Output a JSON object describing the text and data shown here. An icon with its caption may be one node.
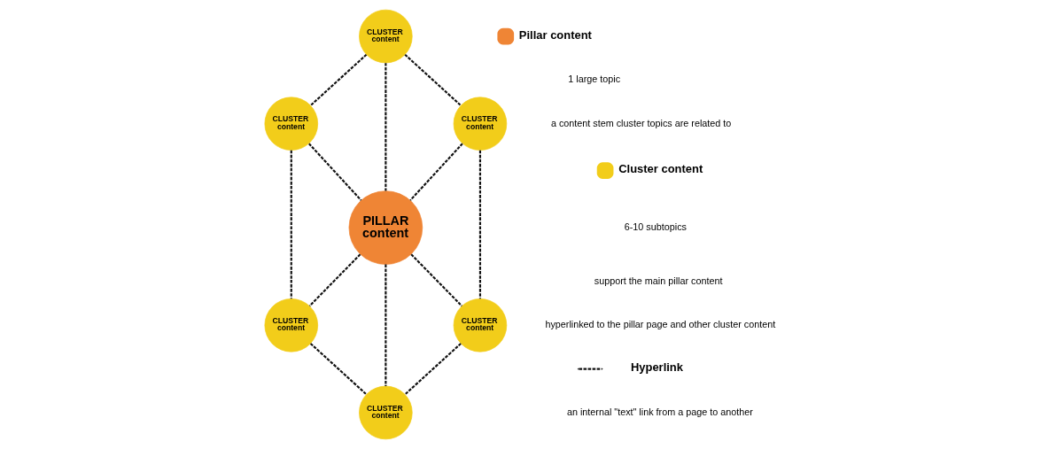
{
  "diagram": {
    "nodes": [
      {
        "text": [
          "CLUSTER content"
        ]
      },
      {
        "text": [
          "CLUSTER content"
        ]
      },
      {
        "text": [
          "CLUSTER content"
        ]
      },
      {
        "text": [
          "PILLAR content"
        ]
      },
      {
        "text": [
          "CLUSTER content"
        ]
      },
      {
        "text": [
          "CLUSTER content"
        ]
      },
      {
        "text": [
          "CLUSTER content"
        ]
      }
    ],
    "edges": [
      {
        "from": 0,
        "to": 1,
        "arrow": "none",
        "style": "dashed"
      },
      {
        "from": 0,
        "to": 2,
        "arrow": "none",
        "style": "dashed"
      },
      {
        "from": 0,
        "to": 3,
        "arrow": "none",
        "style": "dashed"
      },
      {
        "from": 1,
        "to": 3,
        "arrow": "none",
        "style": "dashed"
      },
      {
        "from": 2,
        "to": 3,
        "arrow": "none",
        "style": "dashed"
      },
      {
        "from": 1,
        "to": 4,
        "arrow": "none",
        "style": "dashed"
      },
      {
        "from": 2,
        "to": 5,
        "arrow": "none",
        "style": "dashed"
      },
      {
        "from": 3,
        "to": 4,
        "arrow": "none",
        "style": "dashed"
      },
      {
        "from": 3,
        "to": 5,
        "arrow": "none",
        "style": "dashed"
      },
      {
        "from": 3,
        "to": 6,
        "arrow": "none",
        "style": "dashed"
      },
      {
        "from": 4,
        "to": 6,
        "arrow": "none",
        "style": "dashed"
      },
      {
        "from": 5,
        "to": 6,
        "arrow": "none",
        "style": "dashed"
      }
    ],
    "labels": [
      "1 large topic",
      "a content stem cluster topics are related to",
      "6-10 subtopics",
      "support the main pillar content",
      "hyperlinked to the pillar page and other cluster content",
      "an internal \"text\" link from a page to another"
    ],
    "legend": [
      {
        "text": "Pillar content",
        "color": "#ef8535"
      },
      {
        "text": "Cluster content",
        "color": "#f2cd1a"
      },
      {
        "text": "Hyperlink"
      }
    ]
  }
}
